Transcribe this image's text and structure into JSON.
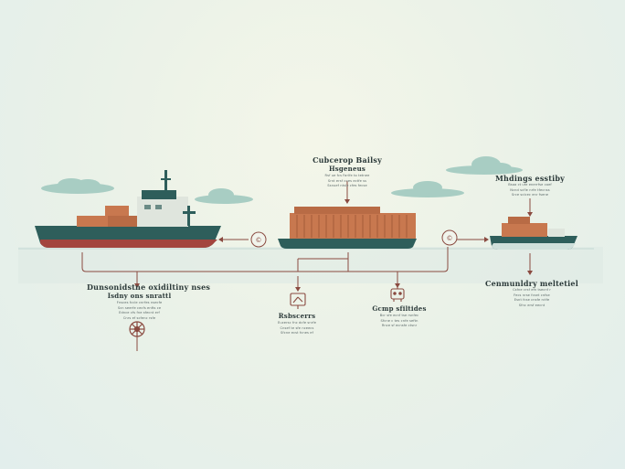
{
  "colors": {
    "background": "#eaf1e9",
    "cloud": "#a8cdc3",
    "hull_dark": "#2e5e5b",
    "hull_red": "#a3453e",
    "cargo": "#c8784f",
    "cargo_dark": "#a95e3b",
    "connector": "#8a4a40",
    "water": "#d4e4e0"
  },
  "stages": {
    "consolidation": {
      "title_line1": "Cubcerop Bailsy",
      "title_line2": "Hsgeneus",
      "text": [
        "Rsf ue fcs Farlfe to tetnee",
        "Srnt ersf cnes ectfe ss",
        "Ssnuef ntsle cfes fecse"
      ]
    },
    "final": {
      "title": "Mhdings esstiby",
      "text": [
        "Bsoa ct ufe enerrfse coef",
        "Ncnd scfle nrfe tfecnss",
        "Srce sclcec enr fsene"
      ]
    }
  },
  "annotations": {
    "left": {
      "title_line1": "Dunsonidstne oxidiltiny nses",
      "title_line2": "Isdny ons snrattl",
      "text": [
        "Fnsces fccle cnrfes nsecfe",
        "Scn seerfe cecfs enfts ce",
        "Ednce cfs fne sfecnt erf",
        "Cnrs ef scfenc rsfe"
      ]
    },
    "center_left": {
      "title": "Rsbscerrs",
      "text": [
        "Eucersc fnc dcfe snrfe",
        "Cnsef te sfe nceecs",
        "Sfcne ecst fcnes ef"
      ]
    },
    "center_right": {
      "title": "Gcmp sfiltides",
      "text": [
        "Bcr sfe ecnf tse rsnfec",
        "Sfcne c tes cnfe seftn",
        "Rnce sf ecnsfe ctsnr"
      ]
    },
    "right": {
      "title": "Cenmunldry meltetiel",
      "text": [
        "Csfne crsf efn tsecnf r",
        "Fecs nrse fcset cnfse",
        "Esnt fcse cnsfe rctfe",
        "Sfnc ersf eecnt"
      ]
    }
  },
  "connector_labels": {
    "left": "©",
    "right": "©"
  },
  "icons": [
    "ship-wheel-icon",
    "sign-board-icon",
    "robot-icon"
  ]
}
